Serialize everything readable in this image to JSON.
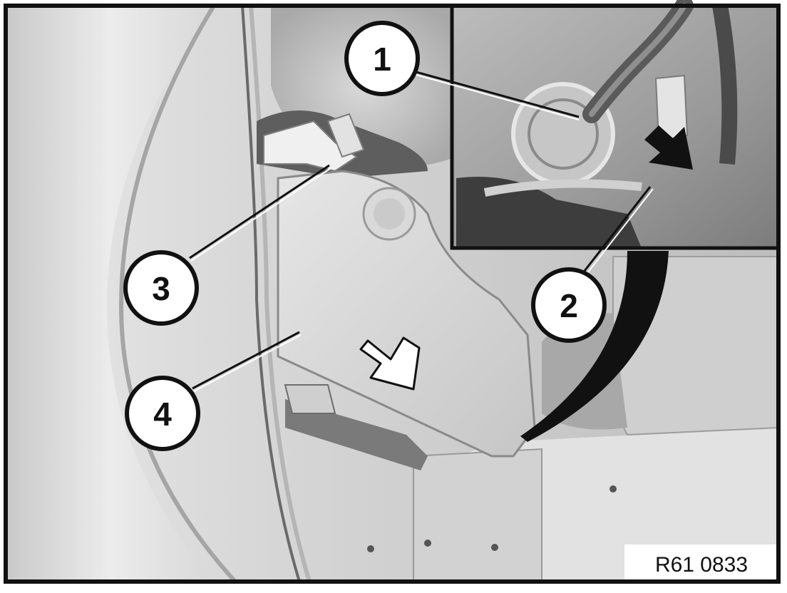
{
  "figure": {
    "reference_code": "R61 0833"
  },
  "callouts": [
    {
      "id": "1",
      "label": "1"
    },
    {
      "id": "2",
      "label": "2"
    },
    {
      "id": "3",
      "label": "3"
    },
    {
      "id": "4",
      "label": "4"
    }
  ],
  "colors": {
    "frame": "#111111",
    "background_light": "#e4e4e4",
    "background_mid": "#c8c8c8",
    "background_dark": "#707070",
    "callout_fill": "#ffffff",
    "arrow_fill": "#111111"
  }
}
